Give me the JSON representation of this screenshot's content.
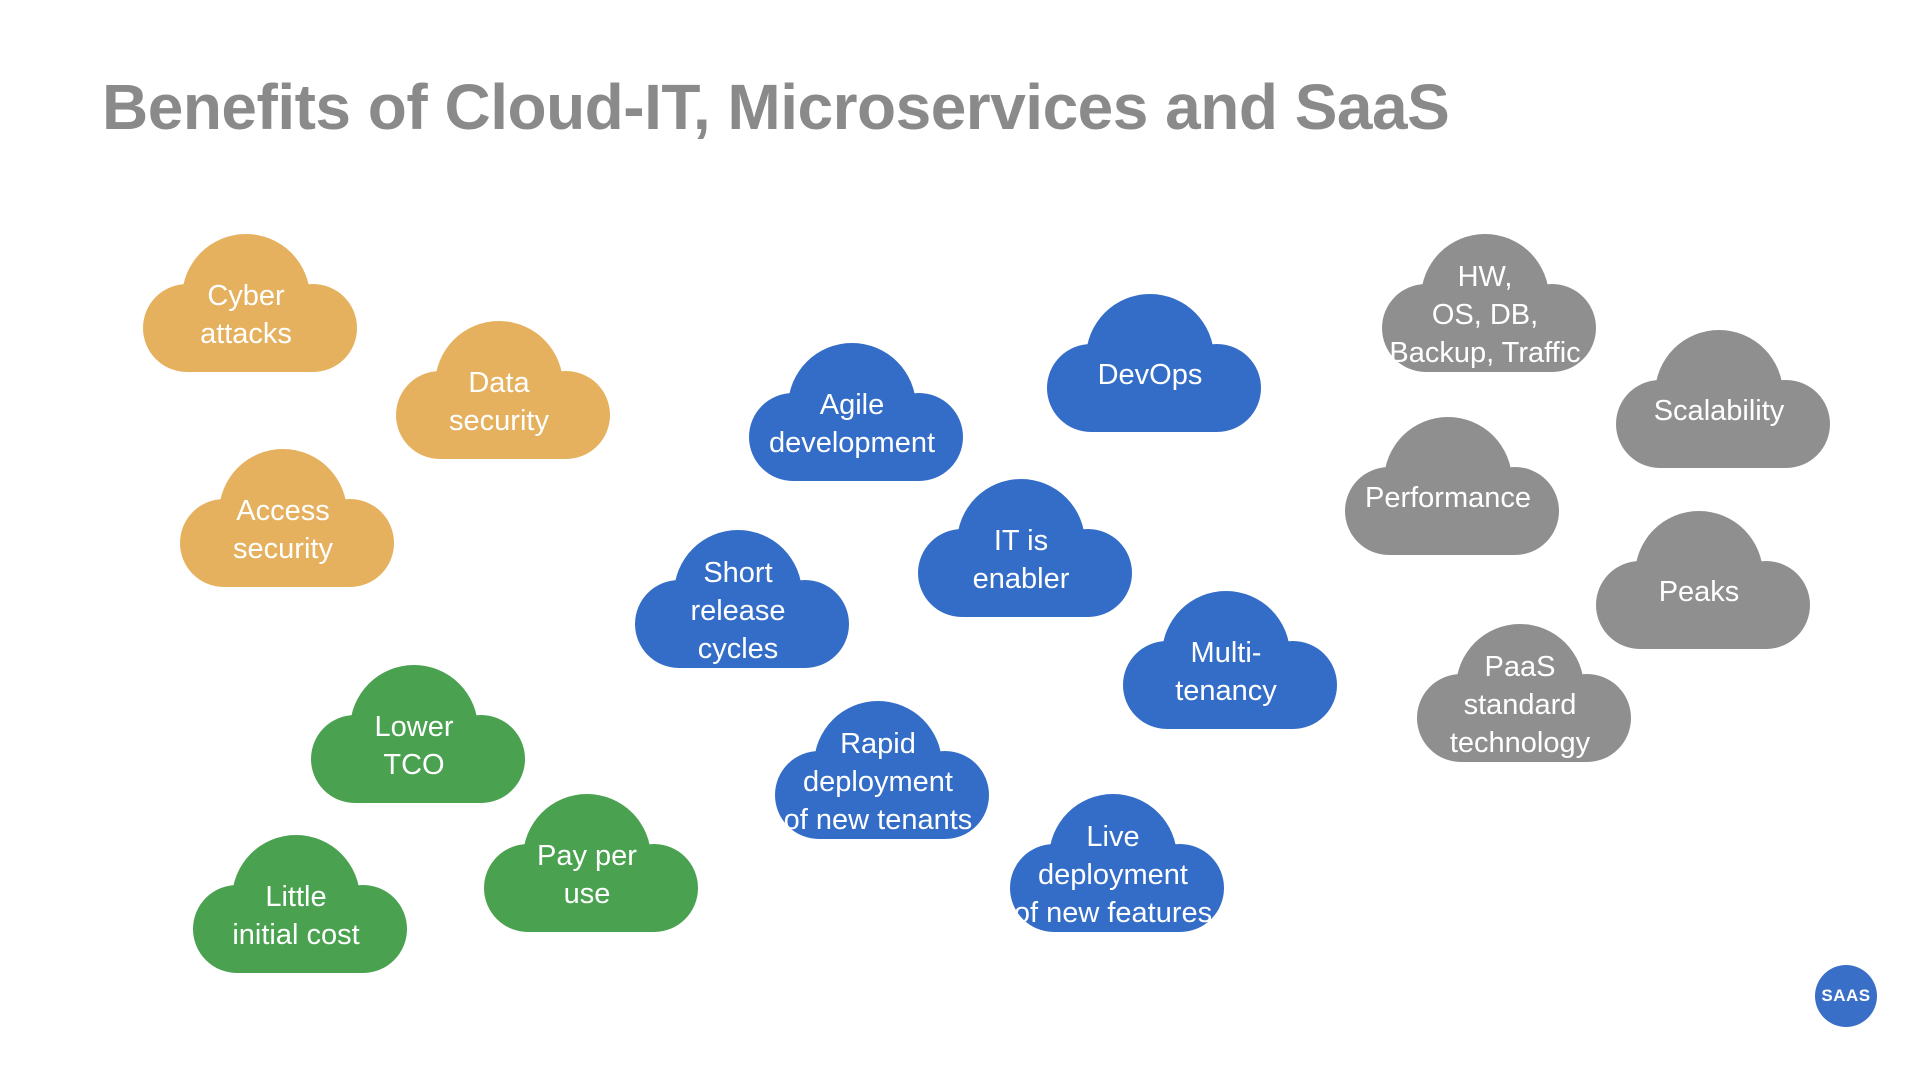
{
  "slide": {
    "title": "Benefits of Cloud-IT, Microservices and SaaS",
    "logo_text": "SAAS"
  },
  "colors": {
    "security": "#e5b15e",
    "cloud_it": "#346dc7",
    "cost": "#4aa250",
    "infrastructure": "#8f8f8f",
    "title": "#8a8a8a",
    "logo": "#3a6fc8"
  },
  "clouds": {
    "cyber_attacks": "Cyber\nattacks",
    "data_security": "Data\nsecurity",
    "access_security": "Access\nsecurity",
    "agile_development": "Agile\ndevelopment",
    "devops": "DevOps",
    "it_is_enabler": "IT is\nenabler",
    "short_release_cycles": "Short\nrelease\n cycles",
    "multi_tenancy": "Multi-\ntenancy",
    "rapid_deployment": "Rapid\ndeployment\n of new tenants",
    "live_deployment": "Live\ndeployment\nof new features",
    "lower_tco": "Lower\nTCO",
    "pay_per_use": "Pay per\nuse",
    "little_initial_cost": "Little\ninitial cost",
    "hw_os_db": "HW,\nOS, DB,\nBackup, Traffic",
    "scalability": "Scalability",
    "performance": "Performance",
    "peaks": "Peaks",
    "paas_standard": "PaaS\nstandard\ntechnology"
  }
}
